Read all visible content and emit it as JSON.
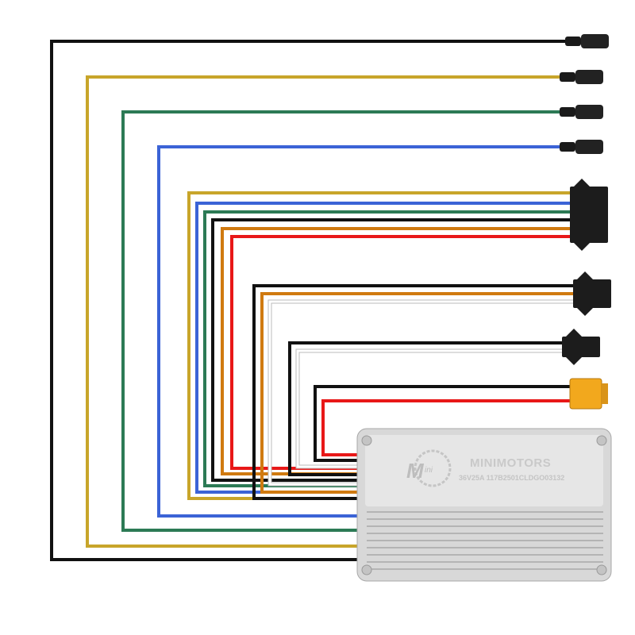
{
  "controller": {
    "brand": "MINIMOTORS",
    "model": "36V25A 117B2501CLDGO03132",
    "logo_text": "Mini",
    "body_color": "#dcdcdc"
  },
  "connectors": [
    {
      "type": "dc-barrel",
      "wires": [
        "#111111"
      ]
    },
    {
      "type": "dc-barrel",
      "wires": [
        "#c8a52a"
      ]
    },
    {
      "type": "dc-barrel",
      "wires": [
        "#2c7a55"
      ]
    },
    {
      "type": "dc-barrel",
      "wires": [
        "#3b63d6"
      ]
    },
    {
      "type": "6-pin",
      "wires": [
        "#c8a52a",
        "#3b63d6",
        "#2c7a55",
        "#111111",
        "#d07a10",
        "#e81818"
      ]
    },
    {
      "type": "3-pin",
      "wires": [
        "#111111",
        "#d07a10",
        "#ffffff"
      ]
    },
    {
      "type": "2-pin",
      "wires": [
        "#111111",
        "#ffffff"
      ]
    },
    {
      "type": "xt60",
      "wires": [
        "#111111",
        "#e81818"
      ]
    }
  ]
}
